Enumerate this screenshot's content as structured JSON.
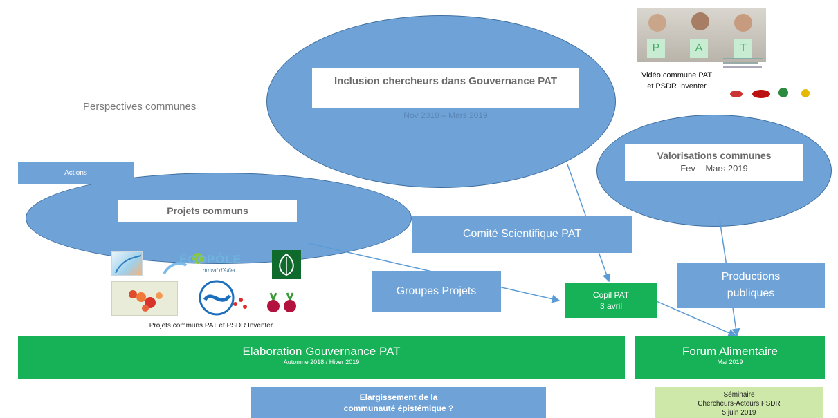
{
  "perspectives_label": "Perspectives communes",
  "actions_label": "Actions",
  "inclusion": {
    "title": "Inclusion chercheurs dans Gouvernance PAT",
    "dates": "Nov 2018 – Mars 2019"
  },
  "valorisations": {
    "title": "Valorisations communes",
    "dates": "Fev – Mars 2019"
  },
  "projets": {
    "title": "Projets communs",
    "caption": "Projets communs PAT et PSDR Inventer"
  },
  "comite_label": "Comité Scientifique PAT",
  "groupes_label": "Groupes Projets",
  "copil": {
    "line1": "Copil PAT",
    "line2": "3 avril"
  },
  "productions": {
    "line1": "Productions",
    "line2": "publiques"
  },
  "elaboration": {
    "title": "Elaboration Gouvernance PAT",
    "dates": "Automne 2018 / Hiver 2019"
  },
  "forum": {
    "title": "Forum Alimentaire",
    "dates": "Mai 2019"
  },
  "elargissement": {
    "line1": "Elargissement de la",
    "line2": "communauté épistémique ?"
  },
  "seminaire": {
    "line1": "Séminaire",
    "line2": "Chercheurs-Acteurs PSDR",
    "line3": "5 juin 2019"
  },
  "video": {
    "line1": "Vidéo commune PAT",
    "line2": "et PSDR Inventer",
    "photo_letters": [
      "P",
      "A",
      "T"
    ]
  },
  "logos": {
    "ecopole_word": "ÉCOPÔLE",
    "ecopole_sub": "du val d'Allier"
  },
  "colors": {
    "ellipse": "#6fa3d8",
    "green": "#17b257",
    "light_green": "#cde8a8",
    "arrow": "#5b9bd5"
  }
}
